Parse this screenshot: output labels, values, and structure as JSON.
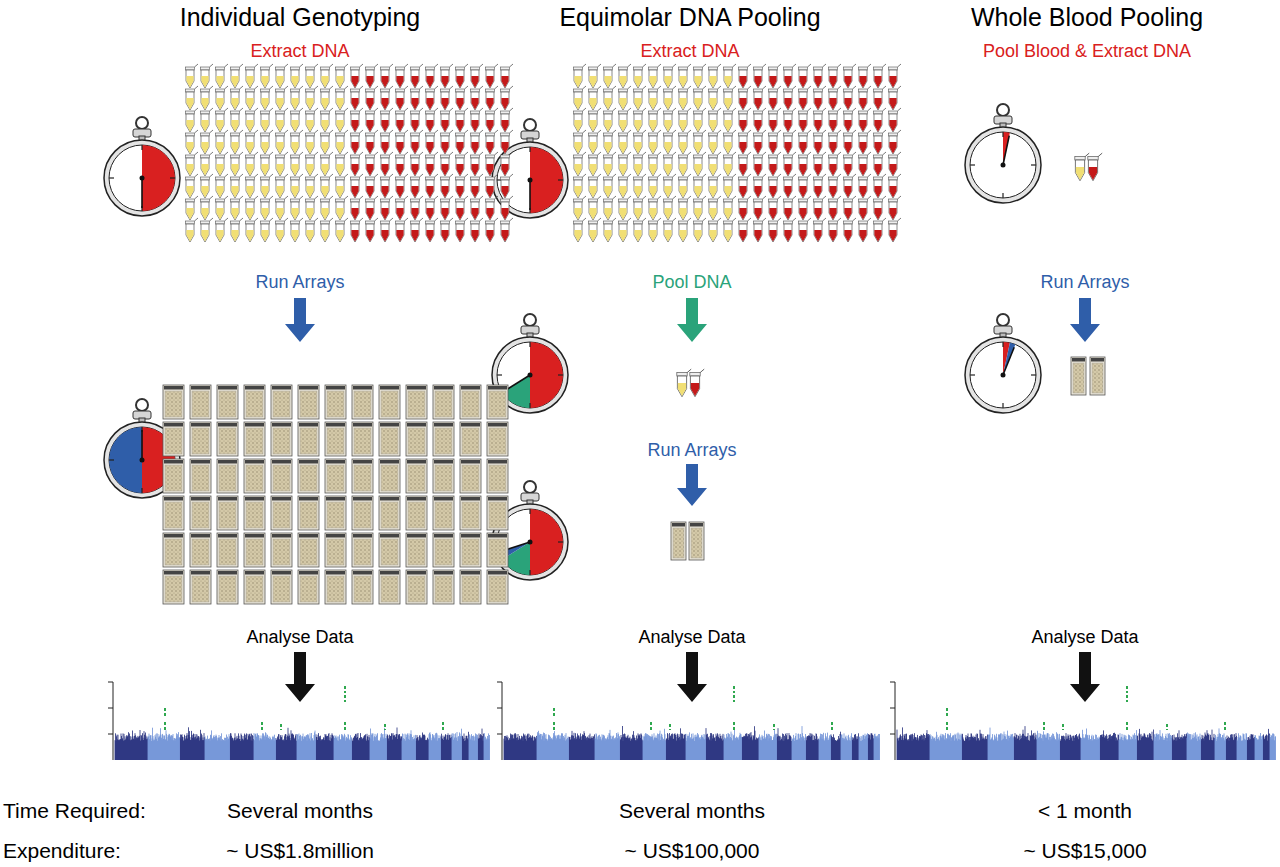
{
  "diagram": {
    "labels": [
      "Individual Genotyping",
      "Equimolar DNA Pooling",
      "Whole Blood Pooling",
      "Extract DNA",
      "Extract DNA",
      "Pool Blood & Extract DNA",
      "Run Arrays",
      "Pool DNA",
      "Run Arrays",
      "Run Arrays",
      "Analyse Data",
      "Analyse Data",
      "Analyse Data",
      "Time Required:",
      "Several months",
      "Several months",
      "< 1 month",
      "Expenditure:",
      "~ US$1.8million",
      "~ US$100,000",
      "~ US$15,000"
    ]
  }
}
